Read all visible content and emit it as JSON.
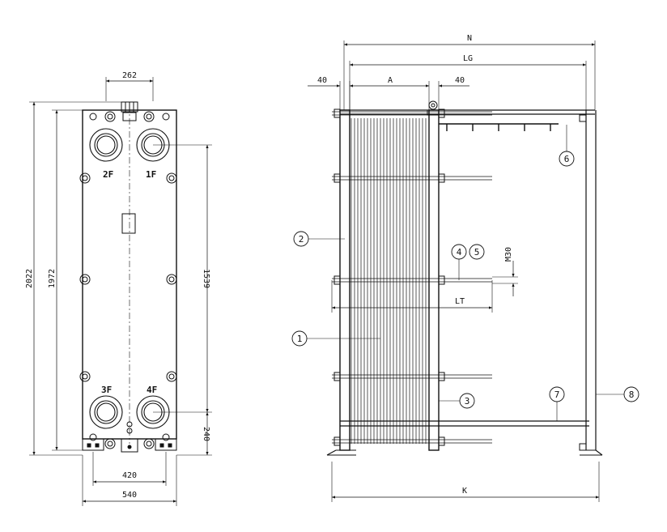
{
  "front_view": {
    "dims": {
      "top_width": "262",
      "overall_height": "2022",
      "plate_height": "1972",
      "port_spacing": "1539",
      "bottom_offset": "240",
      "foot_span": "420",
      "overall_width": "540"
    },
    "ports": {
      "p1": "1F",
      "p2": "2F",
      "p3": "3F",
      "p4": "4F"
    }
  },
  "side_view": {
    "dims": {
      "N": "N",
      "LG": "LG",
      "A": "A",
      "left_40": "40",
      "right_40": "40",
      "LT": "LT",
      "M30": "M30",
      "K": "K"
    },
    "balloons": [
      "1",
      "2",
      "3",
      "4",
      "5",
      "6",
      "7",
      "8"
    ]
  },
  "colors": {
    "line": "#111111",
    "background": "#ffffff"
  }
}
